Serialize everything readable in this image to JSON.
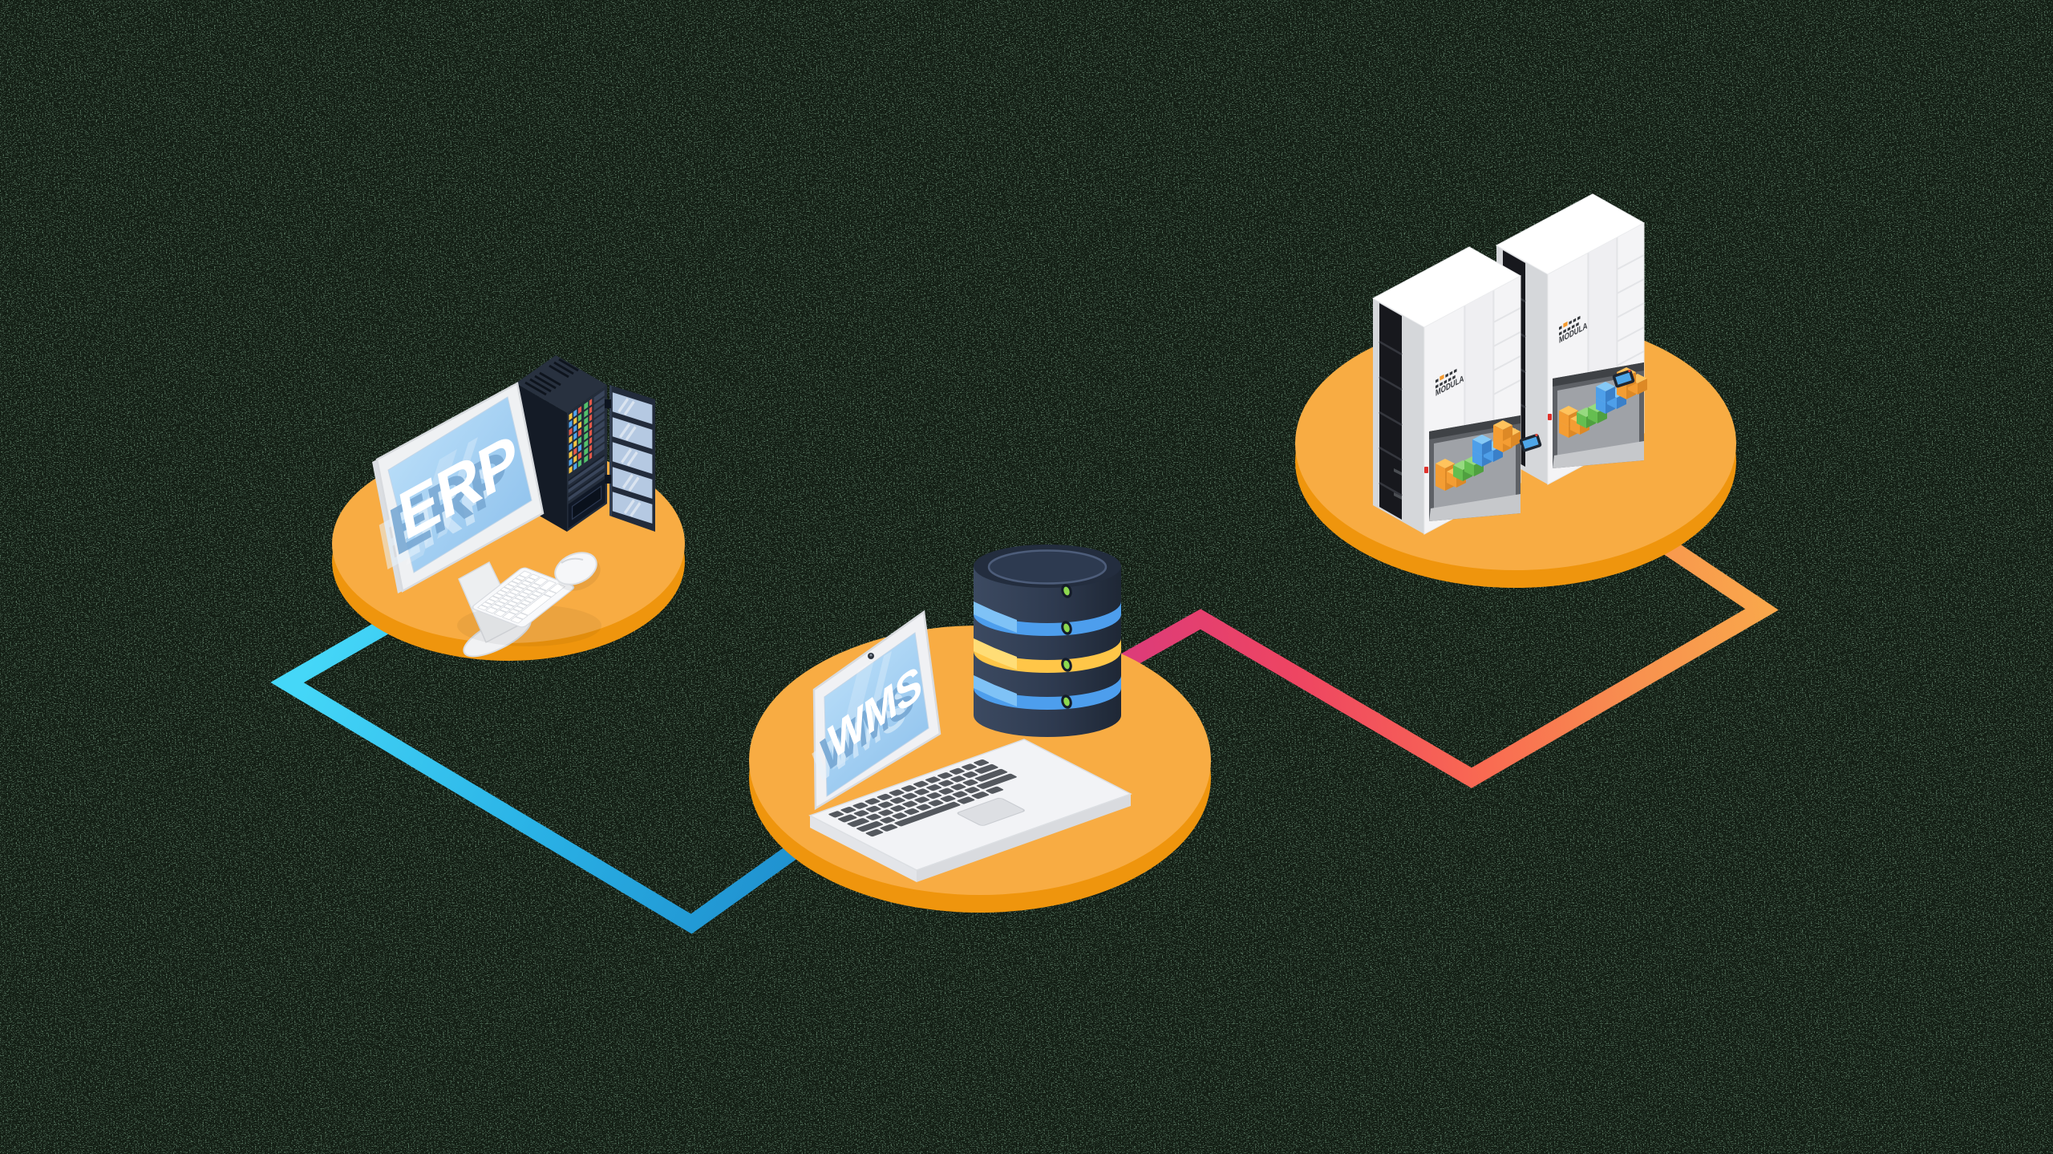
{
  "title": "ERP to WMS to vertical lift module integration illustration",
  "background": {
    "base_color": "#53705B",
    "speckle_color": "#0C140E"
  },
  "platforms": {
    "top_color": "#F8AC43",
    "rim_color": "#EF950D"
  },
  "nodes": {
    "erp": {
      "label": "ERP",
      "icon": "desktop-computer-with-server-rack"
    },
    "wms": {
      "label": "WMS",
      "icon": "laptop-with-database-stack"
    },
    "vlm": {
      "brand": "MODULA",
      "icon": "vertical-lift-modules",
      "units": 2
    }
  },
  "links": {
    "erp_wms": {
      "from": "erp",
      "to": "wms",
      "gradient": [
        "#45D7F8",
        "#2AB2E6",
        "#1F8FCE"
      ]
    },
    "wms_vlm": {
      "from": "wms",
      "to": "vlm",
      "gradient": [
        "#D8397F",
        "#EE4562",
        "#F96A52",
        "#F9A74B"
      ]
    }
  }
}
